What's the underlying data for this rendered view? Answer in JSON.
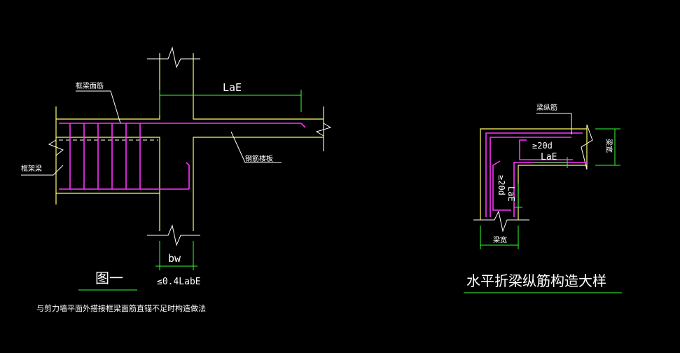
{
  "left_detail": {
    "label_top_bar": "框梁面筋",
    "label_frame_beam": "框架梁",
    "label_slab": "钢筋楼板",
    "dim_lae": "LaE",
    "dim_bw": "bw",
    "dim_anchor": "≤0.4LabE",
    "figure_no": "图一",
    "caption": "与剪力墙平面外搭接框梁面筋直锚不足时构造做法"
  },
  "right_detail": {
    "label_long_bar": "梁纵筋",
    "label_width_right": "梁宽",
    "label_width_bottom": "梁宽",
    "dim_20d_h": "≥20d",
    "dim_lae_h": "LaE",
    "dim_20d_v": "≥20d",
    "dim_lae_v": "LaE",
    "title": "水平折梁纵筋构造大样"
  },
  "colors": {
    "background": "#000000",
    "lines": "#ffffff",
    "outline": "#ffff66",
    "dimension": "#33ff33",
    "rebar": "#ff33ff"
  }
}
